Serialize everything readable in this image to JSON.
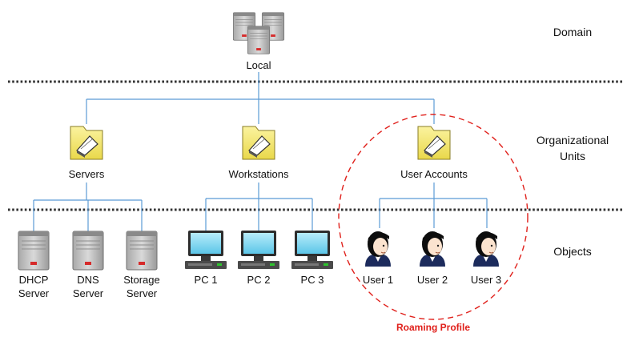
{
  "tiers": {
    "domain": "Domain",
    "ou_line1": "Organizational",
    "ou_line2": "Units",
    "objects": "Objects"
  },
  "root": {
    "label": "Local",
    "icon": "server-cluster-icon"
  },
  "ous": [
    {
      "label": "Servers",
      "icon": "folder-icon"
    },
    {
      "label": "Workstations",
      "icon": "folder-icon"
    },
    {
      "label": "User Accounts",
      "icon": "folder-icon"
    }
  ],
  "servers": [
    {
      "line1": "DHCP",
      "line2": "Server",
      "icon": "server-icon"
    },
    {
      "line1": "DNS",
      "line2": "Server",
      "icon": "server-icon"
    },
    {
      "line1": "Storage",
      "line2": "Server",
      "icon": "server-icon"
    }
  ],
  "pcs": [
    {
      "label": "PC 1",
      "icon": "computer-icon"
    },
    {
      "label": "PC 2",
      "icon": "computer-icon"
    },
    {
      "label": "PC 3",
      "icon": "computer-icon"
    }
  ],
  "users": [
    {
      "label": "User 1",
      "icon": "user-icon"
    },
    {
      "label": "User 2",
      "icon": "user-icon"
    },
    {
      "label": "User 3",
      "icon": "user-icon"
    }
  ],
  "roaming_profile": "Roaming Profile",
  "colors": {
    "connector": "#5b9bd5",
    "separator": "#333333",
    "roaming": "#e0201b",
    "folder": "#f5e96a",
    "screen": "#7fd3ee"
  }
}
